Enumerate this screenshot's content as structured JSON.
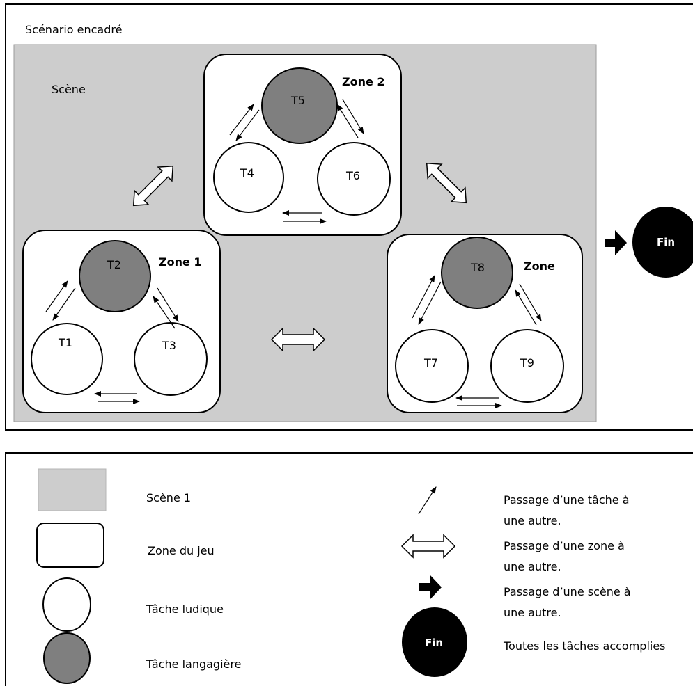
{
  "diagram": {
    "scenario_title": "Scénario encadré",
    "scene_label": "Scène",
    "zones": [
      {
        "title": "Zone 1",
        "tasks": [
          "T1",
          "T2",
          "T3"
        ]
      },
      {
        "title": "Zone 2",
        "tasks": [
          "T4",
          "T5",
          "T6"
        ]
      },
      {
        "title": "Zone",
        "tasks": [
          "T7",
          "T8",
          "T9"
        ]
      }
    ],
    "fin_label": "Fin"
  },
  "legend": {
    "scene": "Scène 1",
    "zone": "Zone du jeu",
    "ludic_task": "Tâche ludique",
    "language_task": "Tâche langagière",
    "task_transition": [
      "Passage d’une tâche à",
      "une autre."
    ],
    "zone_transition": [
      "Passage d’une zone à",
      "une autre."
    ],
    "scene_transition": [
      "Passage d’une scène à",
      "une autre."
    ],
    "fin_label": "Fin",
    "fin_desc": "Toutes les tâches accomplies"
  },
  "colors": {
    "scene_fill": "#cdcdcd",
    "language_task_fill": "#7f7f7f",
    "ludic_task_fill": "#ffffff",
    "fin_fill": "#000000",
    "stroke": "#000000"
  }
}
